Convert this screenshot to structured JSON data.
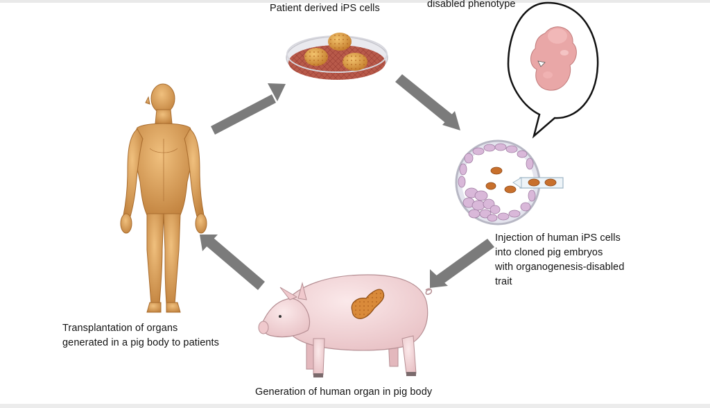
{
  "labels": {
    "ips": "Patient derived iPS cells",
    "phenotype": "disabled phenotype",
    "injection": "Injection of human iPS cells\ninto cloned pig embryos\nwith organogenesis-disabled\ntrait",
    "generation": "Generation of  human organ in pig body",
    "transplant": "Transplantation of organs\ngenerated in a pig body to patients"
  },
  "colors": {
    "arrow": "#7b7b7b",
    "skin": "#d49a55",
    "pig": "#f2d3d6",
    "organ": "#d98a3a",
    "dish": "#b85a4a",
    "embryo_cell": "#d9b8d9"
  },
  "icons": [
    "human-body-icon",
    "petri-dish-icon",
    "pig-fetus-icon",
    "embryo-injection-icon",
    "pig-icon"
  ]
}
